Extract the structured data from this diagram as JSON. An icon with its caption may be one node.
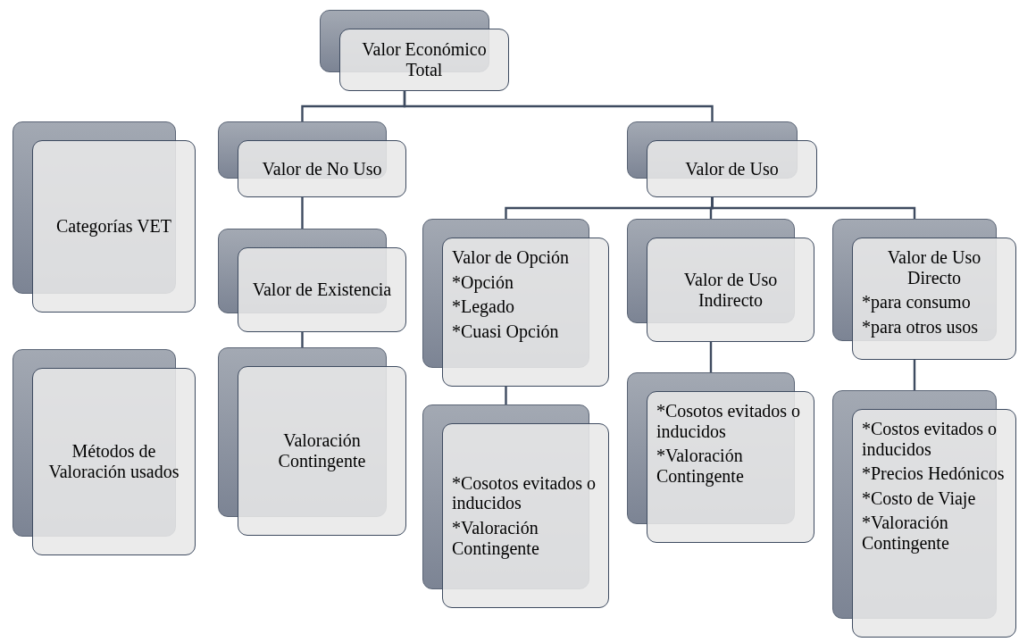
{
  "diagram": {
    "nodes": [
      {
        "text": [
          "Valor Económico Total"
        ]
      },
      {
        "text": [
          "Categorías VET"
        ]
      },
      {
        "text": [
          "Métodos de Valoración usados"
        ]
      },
      {
        "text": [
          "Valor de No Uso"
        ]
      },
      {
        "text": [
          "Valor de Uso"
        ]
      },
      {
        "text": [
          "Valor de Existencia"
        ]
      },
      {
        "text": [
          "Valor de Opción",
          "*Opción",
          "*Legado",
          "*Cuasi Opción"
        ]
      },
      {
        "text": [
          "Valor de Uso Indirecto"
        ]
      },
      {
        "text": [
          "Valor de Uso Directo",
          "*para consumo",
          "*para otros usos"
        ]
      },
      {
        "text": [
          "Valoración Contingente"
        ]
      },
      {
        "text": [
          "*Cosotos evitados o inducidos",
          "*Valoración Contingente"
        ]
      },
      {
        "text": [
          "*Cosotos evitados o inducidos",
          "*Valoración Contingente"
        ]
      },
      {
        "text": [
          "*Costos evitados o inducidos",
          "*Precios Hedónicos",
          "*Costo de Viaje",
          "*Valoración Contingente"
        ]
      }
    ],
    "edges": [
      {
        "from": 0,
        "to": 3,
        "arrow": "none"
      },
      {
        "from": 0,
        "to": 4,
        "arrow": "none"
      },
      {
        "from": 3,
        "to": 5,
        "arrow": "none"
      },
      {
        "from": 5,
        "to": 9,
        "arrow": "none"
      },
      {
        "from": 4,
        "to": 6,
        "arrow": "none"
      },
      {
        "from": 4,
        "to": 7,
        "arrow": "none"
      },
      {
        "from": 4,
        "to": 8,
        "arrow": "none"
      },
      {
        "from": 6,
        "to": 10,
        "arrow": "none"
      },
      {
        "from": 7,
        "to": 11,
        "arrow": "none"
      },
      {
        "from": 8,
        "to": 12,
        "arrow": "none"
      }
    ]
  }
}
